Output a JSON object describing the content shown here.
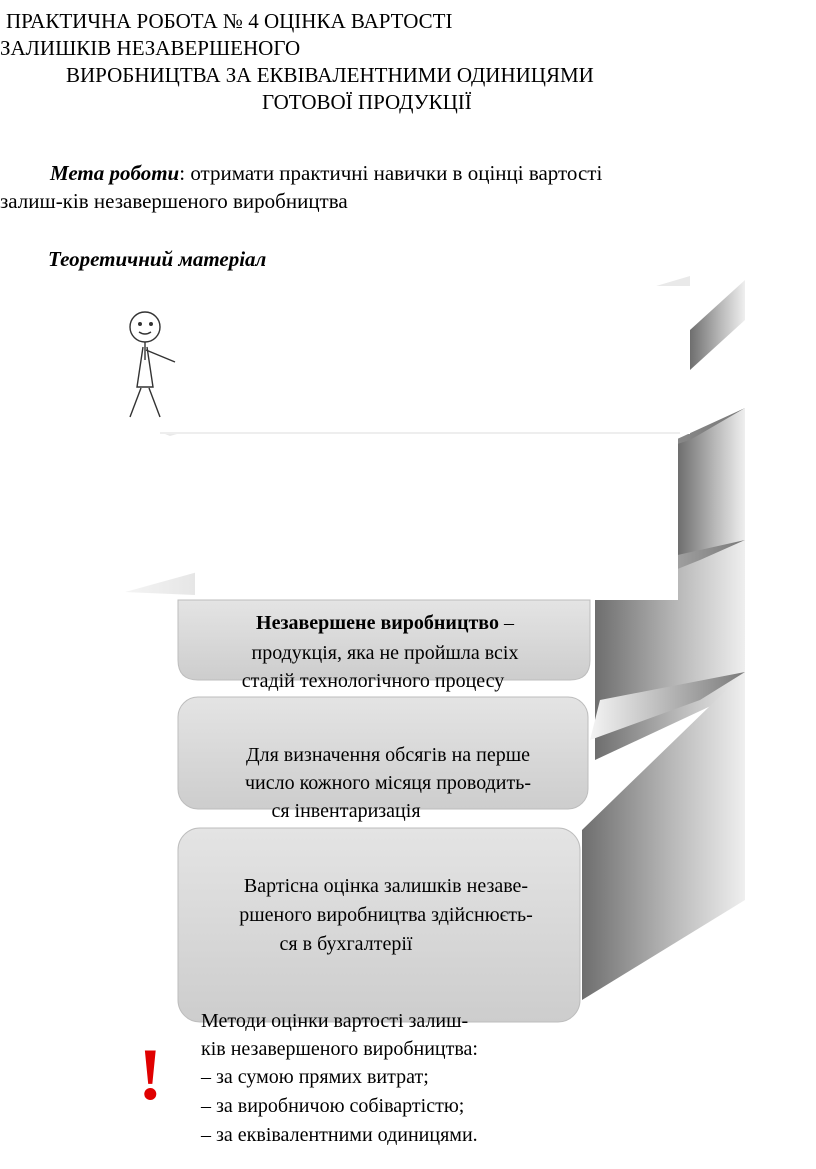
{
  "title": {
    "line1": "ПРАКТИЧНА РОБОТА № 4 ОЦІНКА ВАРТОСТІ",
    "line2": "ЗАЛИШКІВ НЕЗАВЕРШЕНОГО",
    "line3": "ВИРОБНИЦТВА ЗА ЕКВІВАЛЕНТНИМИ ОДИНИЦЯМИ",
    "line4": "ГОТОВОЇ ПРОДУКЦІЇ"
  },
  "goal": {
    "label": "Мета роботи",
    "text1": ": отримати практичні навички в оцінці вартості",
    "text2": "залиш-ків незавершеного виробництва"
  },
  "theory_heading": "Теоретичний матеріал",
  "steps": {
    "step1": {
      "bold": "Незавершене виробництво",
      "line1_rest": " –",
      "line2": "продукція, яка не пройшла всіх",
      "line3": "стадій технологічного процесу"
    },
    "step2": {
      "line1": "Для визначення обсягів на перше",
      "line2": "число кожного місяця проводить-",
      "line3": "ся інвентаризація"
    },
    "step3": {
      "line1": "Вартісна оцінка залишків незаве-",
      "line2": "ршеного виробництва здійснюєть-",
      "line3": "ся в бухгалтерії"
    }
  },
  "methods": {
    "heading1": "Методи оцінки вартості залиш-",
    "heading2": "ків незавершеного виробництва:",
    "items": [
      "– за сумою прямих витрат;",
      "– за виробничою собівартістю;",
      "– за еквівалентними одиницями."
    ]
  },
  "exclamation": "!",
  "colors": {
    "text": "#000000",
    "exclamation": "#e00000",
    "box_fill": "#d6d6d6",
    "box_stroke": "#bdbdbd",
    "shadow": "#8a8a8a"
  },
  "icons": {
    "figure": "stick-figure-icon",
    "alert": "exclamation-icon"
  }
}
